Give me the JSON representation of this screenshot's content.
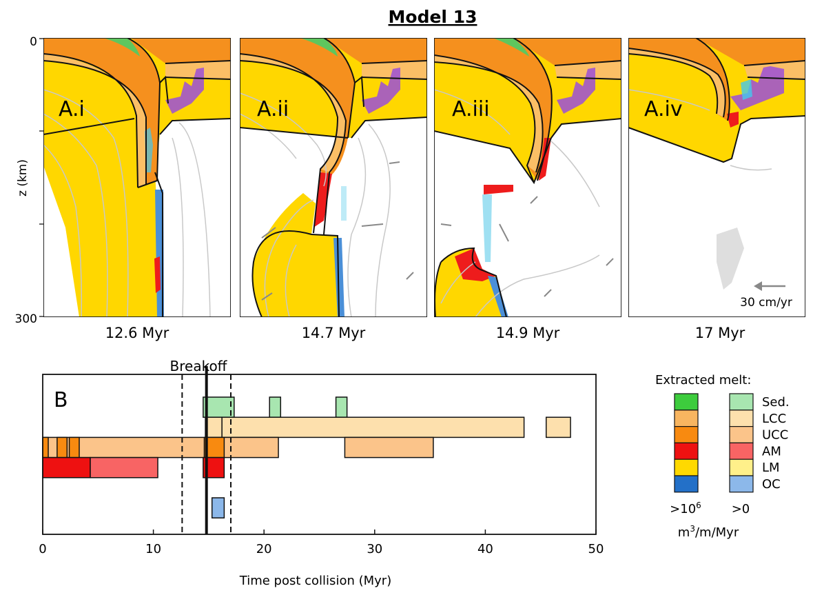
{
  "title": "Model 13",
  "panels": [
    {
      "label": "A.i",
      "time": "12.6 Myr"
    },
    {
      "label": "A.ii",
      "time": "14.7 Myr"
    },
    {
      "label": "A.iii",
      "time": "14.9 Myr"
    },
    {
      "label": "A.iv",
      "time": "17 Myr"
    }
  ],
  "depth_axis": {
    "label": "z (km)",
    "ticks": [
      "0",
      "300"
    ]
  },
  "velocity_scale": "30 cm/yr",
  "colors": {
    "asthenosphere": "#ffffff",
    "mantle_yellow": "#ffd700",
    "lcc": "#fbbf66",
    "ucc": "#f5901e",
    "sed": "#5ec65e",
    "purple_melt": "#9b4fd8",
    "cyan_melt": "#44c8ee",
    "red_melt": "#ee1c1c",
    "oc_blue": "#1e6fd0"
  },
  "chart_data": {
    "type": "bar",
    "panel_label": "B",
    "annotation": "Breakoff",
    "breakoff_time": 14.8,
    "dashed_lines": [
      12.6,
      17.0
    ],
    "xlabel": "Time post collision (Myr)",
    "xlim": [
      0,
      50
    ],
    "xticks": [
      "0",
      "10",
      "20",
      "30",
      "40",
      "50"
    ],
    "rows": [
      "Sed.",
      "LCC",
      "UCC",
      "AM",
      "LM",
      "OC"
    ],
    "legend_title": "Extracted melt:",
    "legend_high": ">10^6",
    "legend_low": ">0",
    "legend_units": "m^3/m/Myr",
    "high_colors": [
      "#3dcc3d",
      "#f8b560",
      "#f88a10",
      "#ee1111",
      "#ffd900",
      "#2370c8"
    ],
    "low_colors": [
      "#a8e6b0",
      "#fde0ad",
      "#fbc48a",
      "#f86464",
      "#fff08a",
      "#8cb8ea"
    ],
    "bars": [
      {
        "row": 0,
        "start": 14.5,
        "end": 17.3,
        "level": "low"
      },
      {
        "row": 0,
        "start": 20.5,
        "end": 21.5,
        "level": "low"
      },
      {
        "row": 0,
        "start": 26.5,
        "end": 27.5,
        "level": "low"
      },
      {
        "row": 1,
        "start": 14.7,
        "end": 16.2,
        "level": "low"
      },
      {
        "row": 1,
        "start": 16.2,
        "end": 43.5,
        "level": "low"
      },
      {
        "row": 1,
        "start": 45.5,
        "end": 47.7,
        "level": "low"
      },
      {
        "row": 2,
        "start": 0.0,
        "end": 21.3,
        "level": "low"
      },
      {
        "row": 2,
        "start": 27.3,
        "end": 35.3,
        "level": "low"
      },
      {
        "row": 2,
        "start": 0.0,
        "end": 0.5,
        "level": "high"
      },
      {
        "row": 2,
        "start": 1.3,
        "end": 2.2,
        "level": "high"
      },
      {
        "row": 2,
        "start": 2.4,
        "end": 3.3,
        "level": "high"
      },
      {
        "row": 2,
        "start": 14.6,
        "end": 16.4,
        "level": "high"
      },
      {
        "row": 3,
        "start": 0.0,
        "end": 4.3,
        "level": "high"
      },
      {
        "row": 3,
        "start": 4.3,
        "end": 10.4,
        "level": "low"
      },
      {
        "row": 3,
        "start": 14.5,
        "end": 16.4,
        "level": "high"
      },
      {
        "row": 5,
        "start": 15.3,
        "end": 16.4,
        "level": "low"
      }
    ]
  }
}
